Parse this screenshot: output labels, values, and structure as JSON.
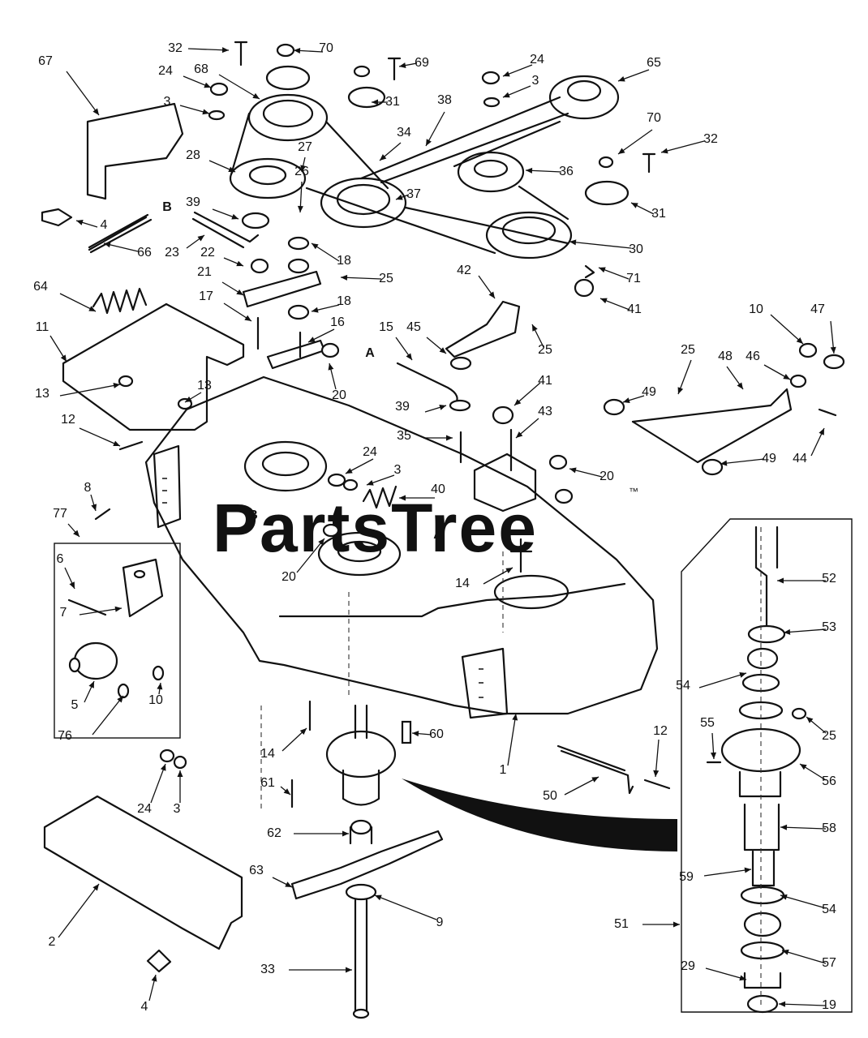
{
  "watermark": "PartsTree",
  "trademark": "™",
  "section_letters": [
    "A",
    "B"
  ],
  "callouts": [
    "1",
    "2",
    "3",
    "4",
    "5",
    "6",
    "7",
    "8",
    "9",
    "10",
    "11",
    "12",
    "13",
    "14",
    "15",
    "16",
    "17",
    "18",
    "19",
    "20",
    "21",
    "22",
    "23",
    "24",
    "25",
    "26",
    "27",
    "28",
    "29",
    "30",
    "31",
    "32",
    "33",
    "34",
    "35",
    "36",
    "37",
    "38",
    "39",
    "40",
    "41",
    "42",
    "43",
    "44",
    "45",
    "46",
    "47",
    "48",
    "49",
    "50",
    "51",
    "52",
    "53",
    "54",
    "55",
    "56",
    "57",
    "58",
    "59",
    "60",
    "61",
    "62",
    "63",
    "64",
    "65",
    "66",
    "67",
    "68",
    "69",
    "70",
    "71",
    "76",
    "77"
  ]
}
